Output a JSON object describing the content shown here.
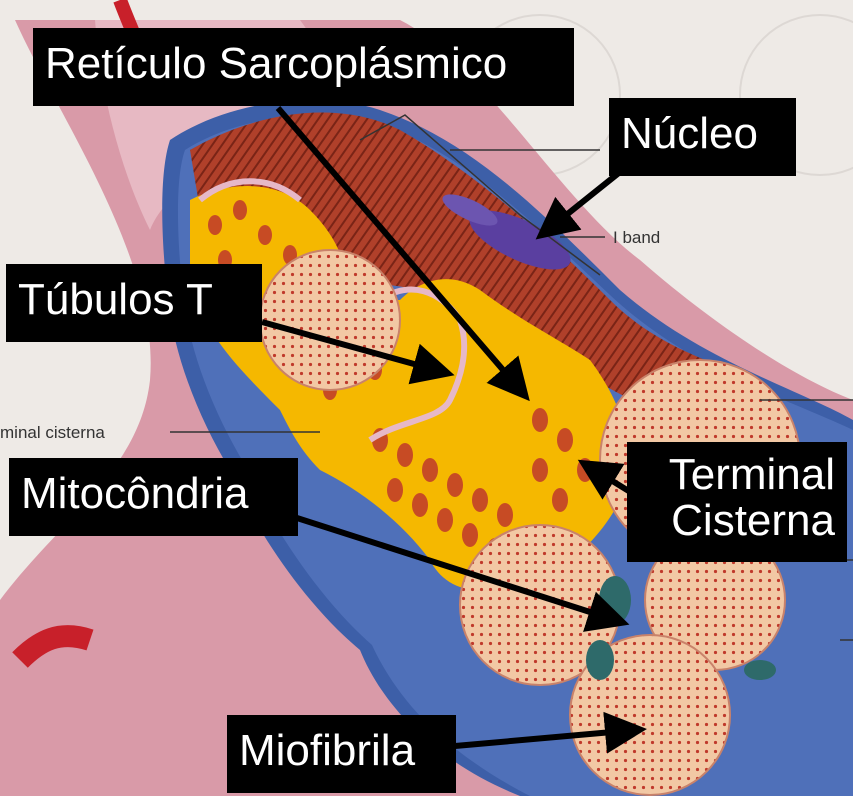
{
  "labels": {
    "reticulo": "Retículo Sarcoplásmico",
    "nucleo": "Núcleo",
    "tubulos": "Túbulos T",
    "mitocondria": "Mitocôndria",
    "terminal_line1": "Terminal",
    "terminal_line2": "Cisterna",
    "miofibrila": "Miofibrila"
  },
  "background_labels": {
    "i_band": "I band",
    "terminal_cisterna": "minal cisterna"
  },
  "colors": {
    "label_bg": "#000000",
    "label_text": "#ffffff",
    "arrow": "#000000",
    "myofibril": "#f2c8a4",
    "myofibril_dot": "#c0392b",
    "reticulum": "#f5b800",
    "muscle": "#b0402a",
    "membrane": "#3d5fa8",
    "outer_tissue": "#d99aa8"
  }
}
